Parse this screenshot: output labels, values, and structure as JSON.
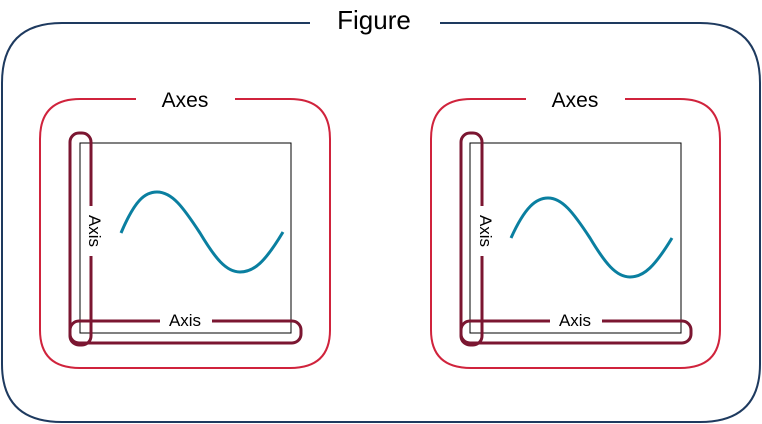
{
  "figure": {
    "label": "Figure",
    "border_color": "#1e3a5f"
  },
  "axes": [
    {
      "label": "Axes",
      "x_axis_label": "Axis",
      "y_axis_label": "Axis"
    },
    {
      "label": "Axes",
      "x_axis_label": "Axis",
      "y_axis_label": "Axis"
    }
  ],
  "colors": {
    "axes_border": "#d0233c",
    "axis_border": "#7b1631",
    "plot_frame": "#000000",
    "curve": "#0a7fa0"
  }
}
